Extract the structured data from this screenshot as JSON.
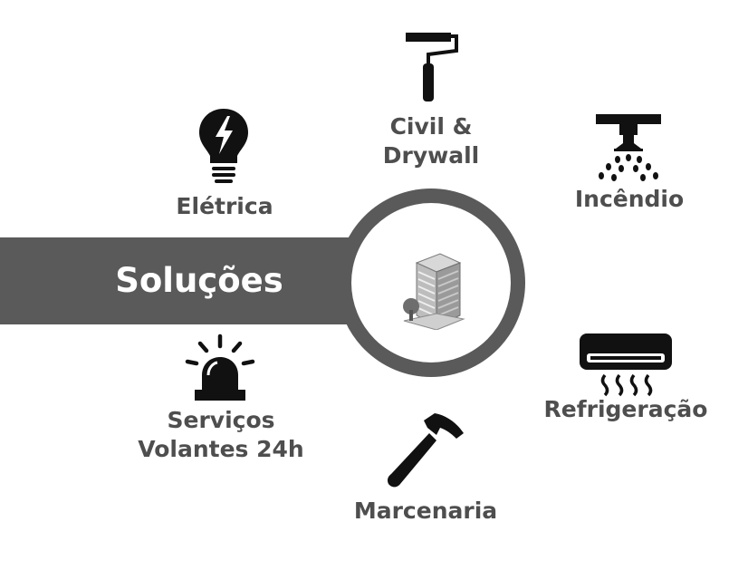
{
  "center": {
    "title": "Soluções",
    "icon": "building-icon"
  },
  "services": [
    {
      "id": "eletrica",
      "label": "Elétrica",
      "icon": "lightbulb-icon"
    },
    {
      "id": "civil",
      "label_lines": [
        "Civil &",
        "Drywall"
      ],
      "icon": "paint-roller-icon"
    },
    {
      "id": "incendio",
      "label": "Incêndio",
      "icon": "sprinkler-icon"
    },
    {
      "id": "refrigeracao",
      "label": "Refrigeração",
      "icon": "air-conditioner-icon"
    },
    {
      "id": "marcenaria",
      "label": "Marcenaria",
      "icon": "hammer-icon"
    },
    {
      "id": "servicos",
      "label_lines": [
        "Serviços",
        "Volantes 24h"
      ],
      "icon": "siren-icon"
    }
  ],
  "colors": {
    "banner": "#5a5a5a",
    "label": "#4e4e4e",
    "icon": "#111111"
  }
}
